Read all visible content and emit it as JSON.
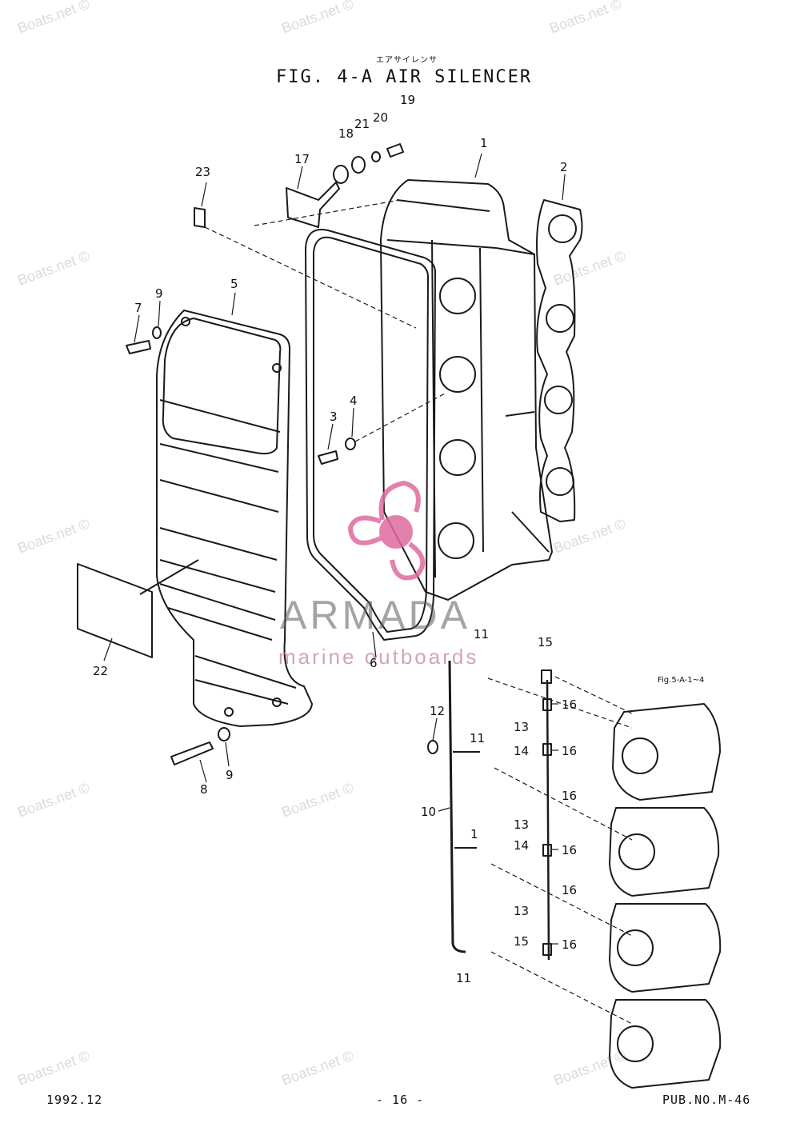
{
  "header": {
    "title_jp": "エアサイレンサ",
    "title": "FIG. 4-A AIR SILENCER"
  },
  "footer": {
    "date": "1992.12",
    "page": "- 16 -",
    "pub": "PUB.NO.M-46"
  },
  "reference": "Fig.5-A-1~4",
  "logo": {
    "name": "ARMADA",
    "tagline": "marine outboards",
    "accent_color": "#e06aa0"
  },
  "watermark": "Boats.net ©",
  "callouts": {
    "c1": "1",
    "c2": "2",
    "c3": "3",
    "c4": "4",
    "c5": "5",
    "c6": "6",
    "c7": "7",
    "c8": "8",
    "c9a": "9",
    "c9b": "9",
    "c10": "10",
    "c11a": "11",
    "c11b": "11",
    "c11c": "1",
    "c11d": "11",
    "c12": "12",
    "c13a": "13",
    "c13b": "13",
    "c13c": "13",
    "c14a": "14",
    "c14b": "14",
    "c15a": "15",
    "c15b": "15",
    "c16a": "16",
    "c16b": "16",
    "c16c": "16",
    "c16d": "16",
    "c16e": "16",
    "c16f": "16",
    "c17": "17",
    "c18": "18",
    "c19": "19",
    "c20": "20",
    "c21": "21",
    "c22": "22",
    "c23": "23"
  }
}
